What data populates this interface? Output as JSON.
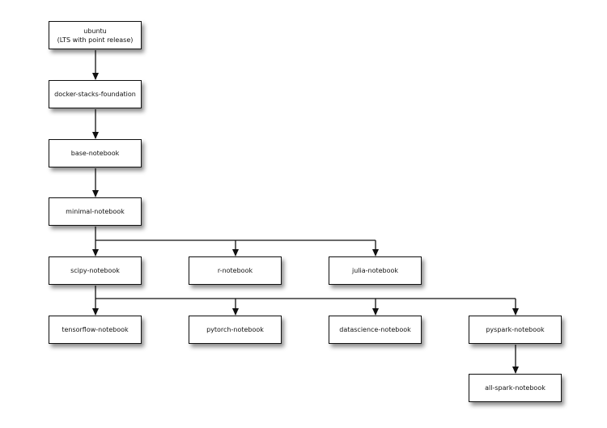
{
  "diagram": {
    "nodes": [
      {
        "id": "ubuntu",
        "label": "ubuntu",
        "sublabel": "(LTS with point release)"
      },
      {
        "id": "docker-stacks-foundation",
        "label": "docker-stacks-foundation"
      },
      {
        "id": "base-notebook",
        "label": "base-notebook"
      },
      {
        "id": "minimal-notebook",
        "label": "minimal-notebook"
      },
      {
        "id": "scipy-notebook",
        "label": "scipy-notebook"
      },
      {
        "id": "r-notebook",
        "label": "r-notebook"
      },
      {
        "id": "julia-notebook",
        "label": "julia-notebook"
      },
      {
        "id": "tensorflow-notebook",
        "label": "tensorflow-notebook"
      },
      {
        "id": "pytorch-notebook",
        "label": "pytorch-notebook"
      },
      {
        "id": "datascience-notebook",
        "label": "datascience-notebook"
      },
      {
        "id": "pyspark-notebook",
        "label": "pyspark-notebook"
      },
      {
        "id": "all-spark-notebook",
        "label": "all-spark-notebook"
      }
    ],
    "edges": [
      {
        "from": "ubuntu",
        "to": "docker-stacks-foundation"
      },
      {
        "from": "docker-stacks-foundation",
        "to": "base-notebook"
      },
      {
        "from": "base-notebook",
        "to": "minimal-notebook"
      },
      {
        "from": "minimal-notebook",
        "to": "scipy-notebook"
      },
      {
        "from": "minimal-notebook",
        "to": "r-notebook"
      },
      {
        "from": "minimal-notebook",
        "to": "julia-notebook"
      },
      {
        "from": "scipy-notebook",
        "to": "tensorflow-notebook"
      },
      {
        "from": "scipy-notebook",
        "to": "pytorch-notebook"
      },
      {
        "from": "scipy-notebook",
        "to": "datascience-notebook"
      },
      {
        "from": "scipy-notebook",
        "to": "pyspark-notebook"
      },
      {
        "from": "pyspark-notebook",
        "to": "all-spark-notebook"
      }
    ]
  }
}
